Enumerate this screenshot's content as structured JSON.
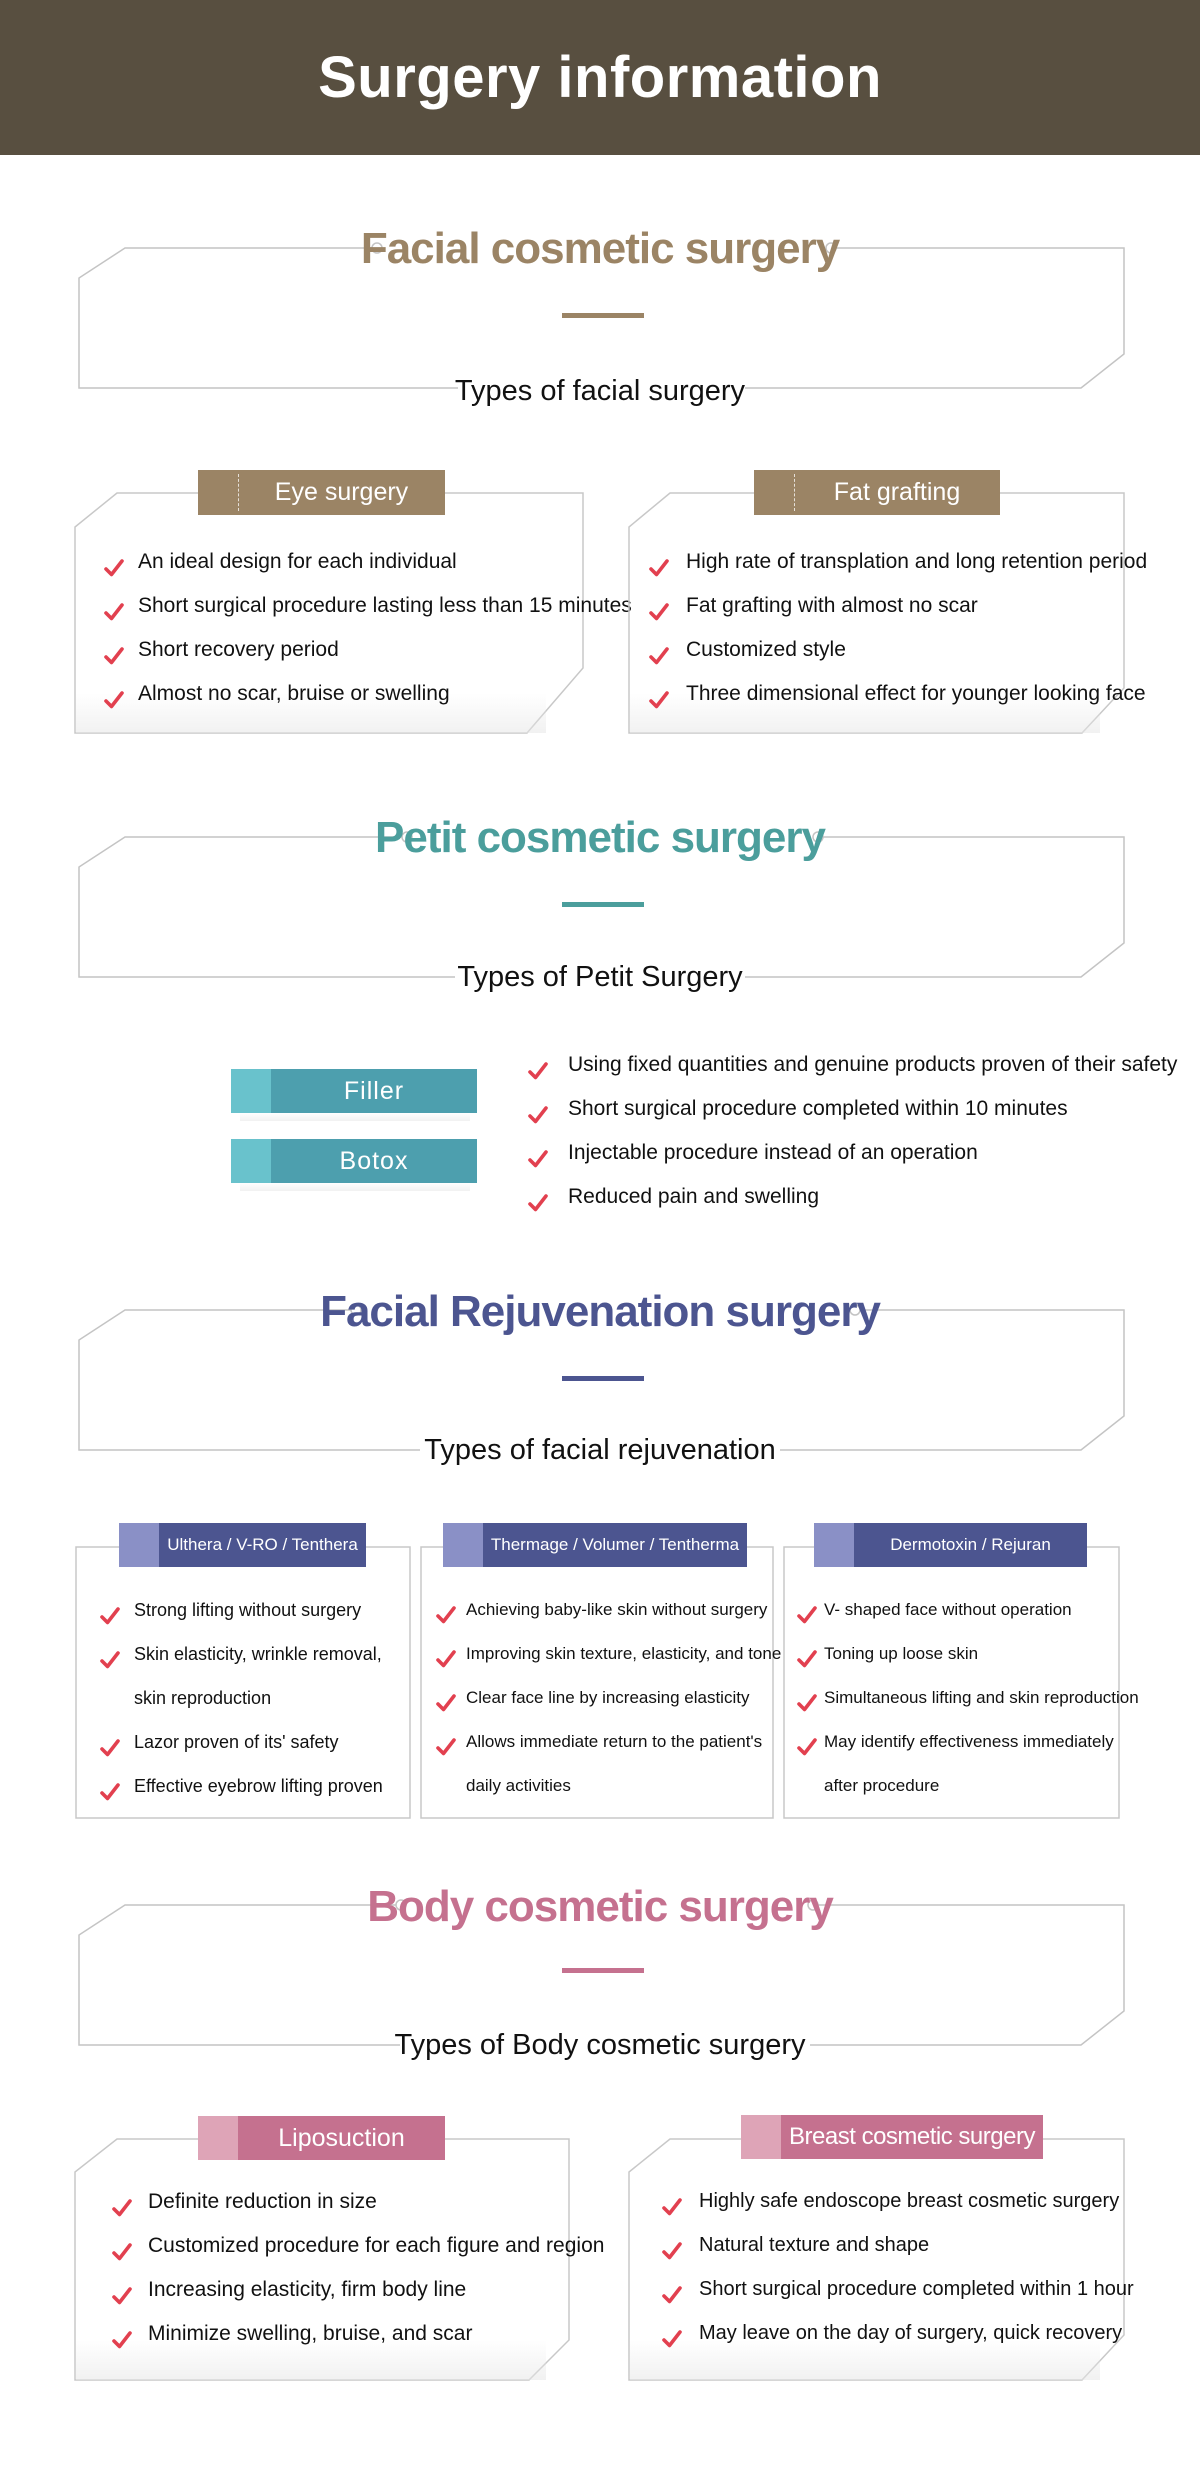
{
  "header": {
    "title": "Surgery information"
  },
  "colors": {
    "header_bg": "#584f40",
    "check": "#e2404f",
    "facial": "#9b8465",
    "petit": "#4b9e9c",
    "rejuv": "#4c5590",
    "body": "#c5718f"
  },
  "facial": {
    "title": "Facial cosmetic surgery",
    "subtitle": "Types of facial surgery",
    "cards": [
      {
        "label": "Eye surgery",
        "items": [
          "An ideal design for each individual",
          "Short surgical procedure lasting less than 15 minutes",
          "Short recovery period",
          "Almost no scar, bruise or swelling"
        ]
      },
      {
        "label": "Fat grafting",
        "items": [
          "High rate of transplation and long retention period",
          "Fat grafting with almost no scar",
          "Customized style",
          "Three dimensional effect for younger looking face"
        ]
      }
    ]
  },
  "petit": {
    "title": "Petit cosmetic surgery",
    "subtitle": "Types of Petit Surgery",
    "buttons": [
      "Filler",
      "Botox"
    ],
    "items": [
      "Using fixed quantities and genuine products proven of their safety",
      "Short surgical procedure completed within 10 minutes",
      "Injectable procedure instead of an operation",
      "Reduced pain and swelling"
    ]
  },
  "rejuv": {
    "title": "Facial Rejuvenation surgery",
    "subtitle": "Types of facial rejuvenation",
    "cards": [
      {
        "label": "Ulthera / V-RO / Tenthera",
        "items": [
          "Strong lifting without surgery",
          "Skin elasticity, wrinkle removal,",
          "skin reproduction",
          "Lazor proven of its' safety",
          "Effective eyebrow lifting proven"
        ]
      },
      {
        "label": "Thermage / Volumer / Tentherma",
        "items": [
          "Achieving baby-like skin without surgery",
          "Improving skin texture, elasticity, and tone",
          "Clear face line by increasing elasticity",
          "Allows immediate return to the patient's",
          "daily activities"
        ]
      },
      {
        "label": "Dermotoxin / Rejuran",
        "items": [
          "V- shaped face without operation",
          "Toning up loose skin",
          "Simultaneous lifting and skin reproduction",
          "May identify effectiveness immediately",
          "after procedure"
        ]
      }
    ]
  },
  "body": {
    "title": "Body cosmetic surgery",
    "subtitle": "Types of Body cosmetic surgery",
    "cards": [
      {
        "label": "Liposuction",
        "items": [
          "Definite reduction in size",
          "Customized procedure for each figure and region",
          "Increasing elasticity, firm body line",
          "Minimize swelling, bruise, and scar"
        ]
      },
      {
        "label": "Breast cosmetic surgery",
        "items": [
          "Highly safe endoscope breast cosmetic surgery",
          "Natural texture and shape",
          "Short surgical procedure completed within 1 hour",
          "May leave on the day of surgery, quick recovery"
        ]
      }
    ]
  }
}
